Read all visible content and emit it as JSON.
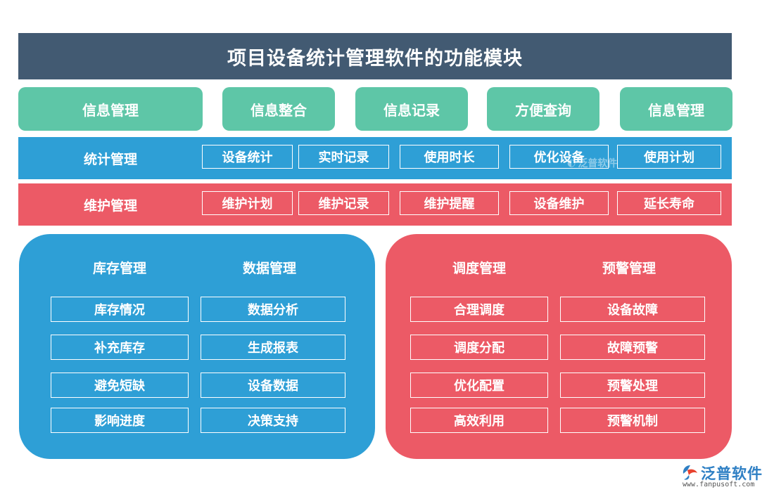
{
  "title": "项目设备统计管理软件的功能模块",
  "top_row": [
    "信息管理",
    "信息整合",
    "信息记录",
    "方便查询",
    "信息管理"
  ],
  "stats_band": {
    "label": "统计管理",
    "items": [
      "设备统计",
      "实时记录",
      "使用时长",
      "优化设备",
      "使用计划"
    ]
  },
  "maint_band": {
    "label": "维护管理",
    "items": [
      "维护计划",
      "维护记录",
      "维护提醒",
      "设备维护",
      "延长寿命"
    ]
  },
  "left_panel": {
    "col1": {
      "heading": "库存管理",
      "items": [
        "库存情况",
        "补充库存",
        "避免短缺",
        "影响进度"
      ]
    },
    "col2": {
      "heading": "数据管理",
      "items": [
        "数据分析",
        "生成报表",
        "设备数据",
        "决策支持"
      ]
    }
  },
  "right_panel": {
    "col1": {
      "heading": "调度管理",
      "items": [
        "合理调度",
        "调度分配",
        "优化配置",
        "高效利用"
      ]
    },
    "col2": {
      "heading": "预警管理",
      "items": [
        "设备故障",
        "故障预警",
        "预警处理",
        "预警机制"
      ]
    }
  },
  "watermark": "泛普软件",
  "logo": {
    "name": "泛普软件",
    "url": "www.fanpusoft.com"
  },
  "colors": {
    "title_bg": "#425a72",
    "top_pill": "#5ec6a7",
    "blue": "#2e9fd6",
    "red": "#ec5a66"
  }
}
